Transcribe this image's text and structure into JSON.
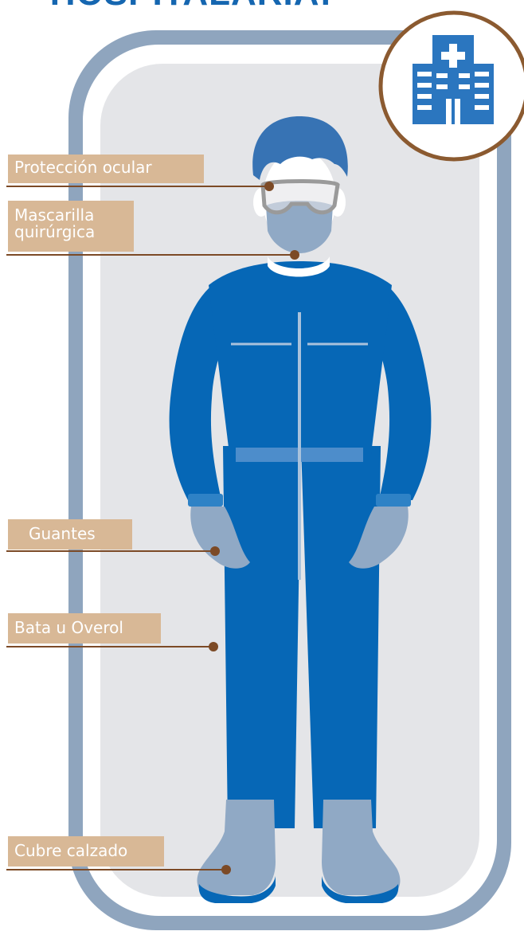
{
  "title": "HOSPITALARIA:",
  "labels": {
    "eye_protection": "Protección ocular",
    "surgical_mask": "Mascarilla\nquirúrgica",
    "gloves": "Guantes",
    "gown": "Bata u Overol",
    "shoe_covers": "Cubre calzado"
  },
  "colors": {
    "frame": "#8fa5be",
    "panel": "#e4e5e8",
    "suit": "#0667b6",
    "suit_light": "#2e82c6",
    "hair": "#3773b4",
    "skin_mask": "#90a9c5",
    "label_bg": "#d8b896",
    "leader": "#7c4a26",
    "badge_ring": "#8b5a30",
    "badge_icon": "#2b76bf"
  },
  "icons": {
    "badge": "hospital-building-icon"
  }
}
